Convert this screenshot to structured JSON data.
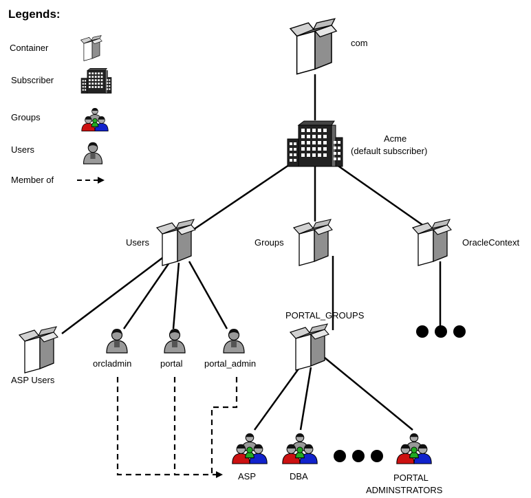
{
  "legend": {
    "title": "Legends:",
    "items": [
      {
        "label": "Container",
        "icon": "container-icon"
      },
      {
        "label": "Subscriber",
        "icon": "subscriber-icon"
      },
      {
        "label": "Groups",
        "icon": "groups-icon"
      },
      {
        "label": "Users",
        "icon": "user-icon"
      },
      {
        "label": "Member of",
        "icon": "dashed-arrow-icon"
      }
    ]
  },
  "nodes": {
    "com": "com",
    "acme_line1": "Acme",
    "acme_line2": "(default subscriber)",
    "users": "Users",
    "groups": "Groups",
    "oraclecontext": "OracleContext",
    "portal_groups": "PORTAL_GROUPS",
    "asp_users": "ASP Users",
    "orcladmin": "orcladmin",
    "portal": "portal",
    "portal_admin": "portal_admin",
    "asp": "ASP",
    "dba": "DBA",
    "portal_admins_line1": "PORTAL",
    "portal_admins_line2": "ADMINSTRATORS"
  },
  "colors": {
    "box_side": "#8a8a8a",
    "box_front": "#ffffff",
    "user_gray": "#9a9a9a",
    "group_red": "#cc1111",
    "group_blue": "#1122cc",
    "group_green": "#22aa22"
  }
}
